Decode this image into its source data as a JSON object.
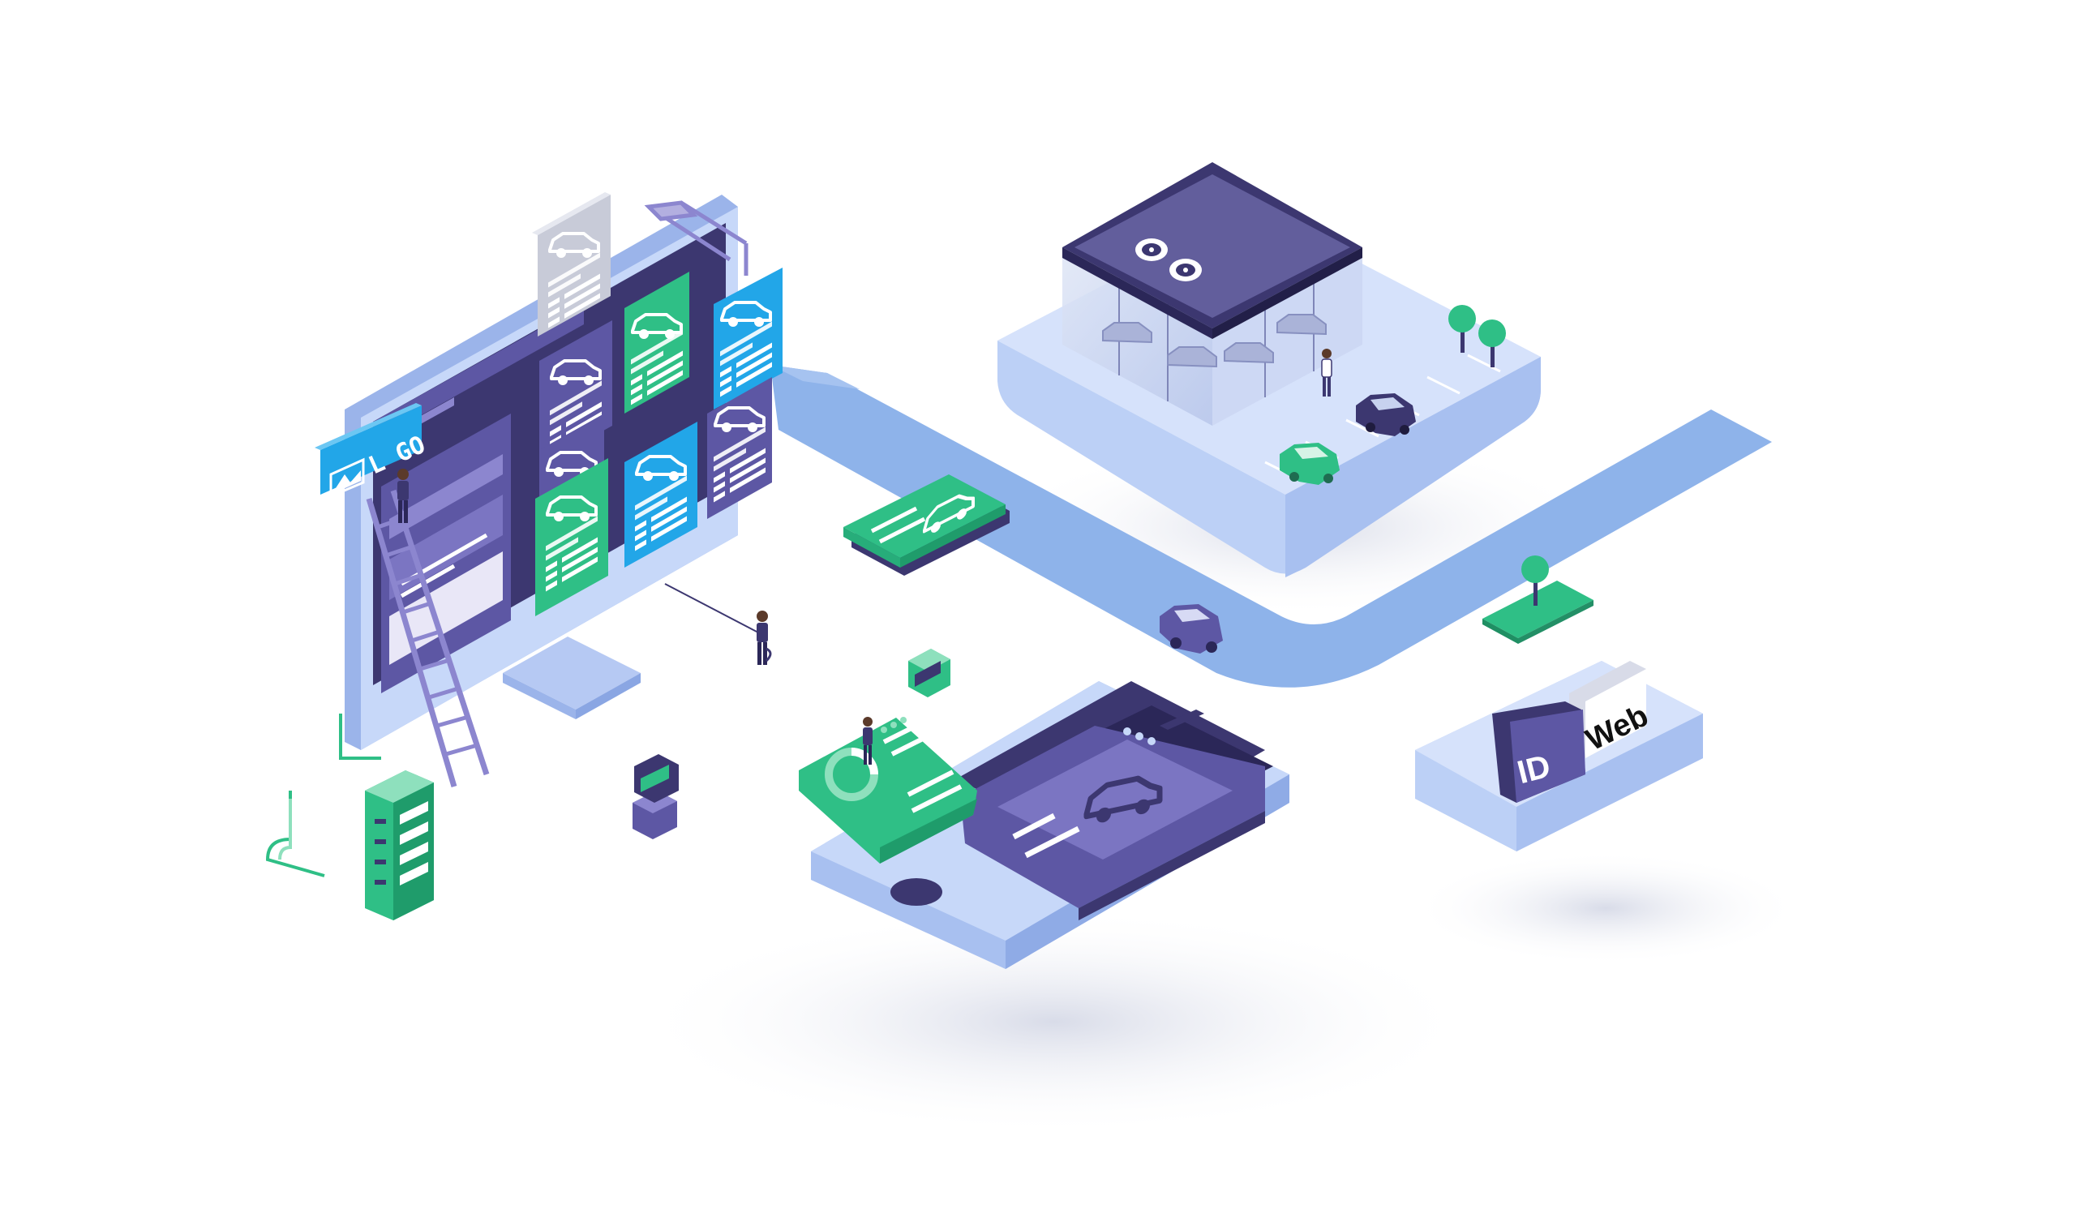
{
  "logo_sign": {
    "text": "L GO"
  },
  "brand": {
    "left": "ID",
    "right": "Web"
  },
  "colors": {
    "background": "#ffffff",
    "platform_light": "#c7d8f9",
    "platform_mid": "#a9c2f2",
    "road": "#8eb3ea",
    "purple_dark": "#5d57a4",
    "purple_deep": "#3c3770",
    "green": "#2fbf86",
    "blue": "#22a6e8",
    "grey_card": "#c8cbd8"
  },
  "icons": [
    "car-icon",
    "image-icon",
    "fan-icon",
    "tree-icon",
    "server-icon",
    "person-icon",
    "ladder-icon",
    "chart-icon"
  ]
}
